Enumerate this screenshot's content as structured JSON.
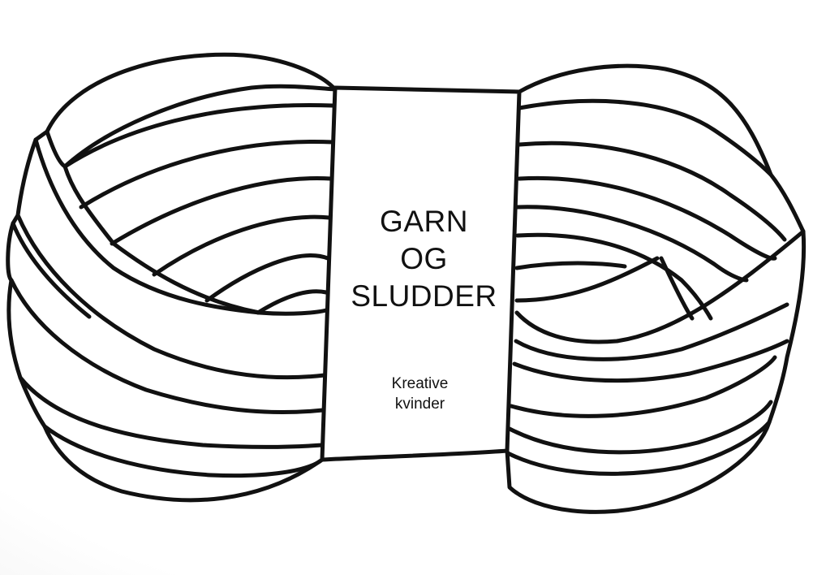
{
  "label": {
    "title_lines": [
      "GARN",
      "OG",
      "SLUDDER"
    ],
    "subtitle_lines": [
      "Kreative",
      "kvinder"
    ]
  },
  "colors": {
    "stroke": "#111111",
    "fill": "#ffffff",
    "vignette": "#e2e2e2"
  }
}
